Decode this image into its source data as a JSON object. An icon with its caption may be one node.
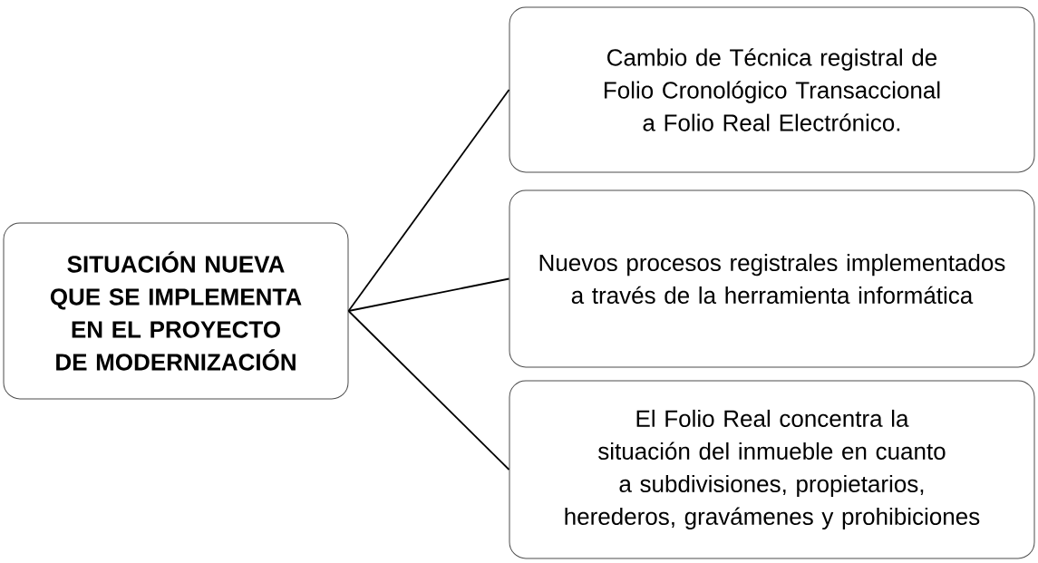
{
  "diagram": {
    "nodes": [
      {
        "text": [
          "SITUACIÓN NUEVA QUE SE IMPLEMENTA EN EL PROYECTO DE MODERNIZACIÓN"
        ]
      },
      {
        "text": [
          "Cambio de Técnica registral de Folio Cronológico Transaccional a Folio Real Electrónico."
        ]
      },
      {
        "text": [
          "Nuevos procesos registrales implementados a través de la herramienta informática"
        ]
      },
      {
        "text": [
          "El Folio Real concentra la situación del inmueble en cuanto a subdivisiones, propietarios, herederos, gravámenes y prohibiciones"
        ]
      }
    ],
    "edges": [
      {
        "from": 0,
        "to": 1,
        "arrow": "none"
      },
      {
        "from": 0,
        "to": 2,
        "arrow": "none"
      },
      {
        "from": 0,
        "to": 3,
        "arrow": "none"
      }
    ]
  }
}
